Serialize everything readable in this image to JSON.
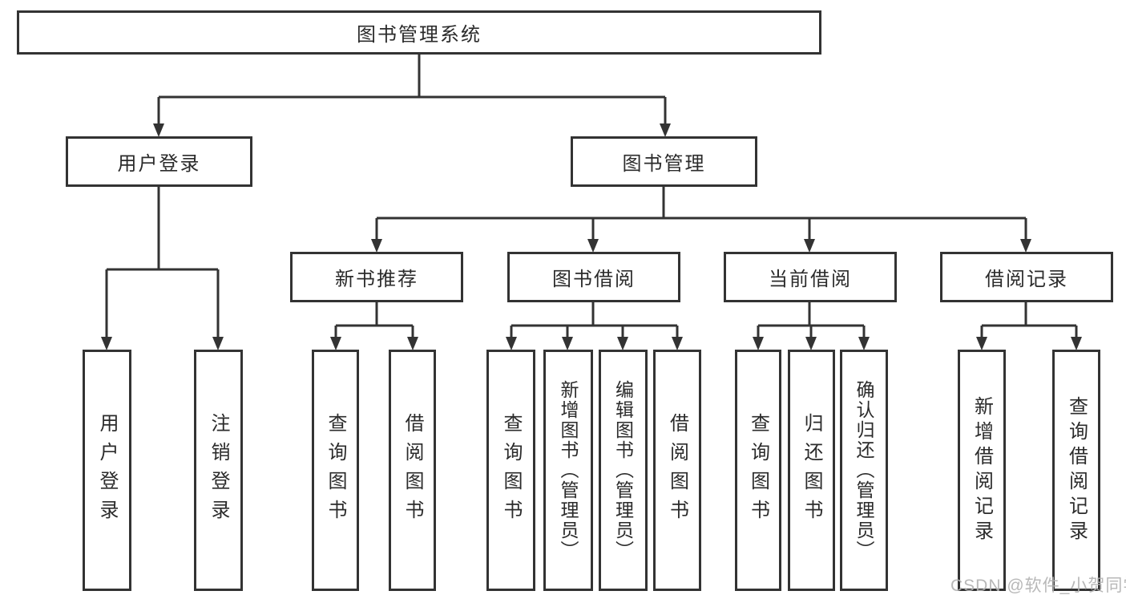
{
  "diagram": {
    "root": {
      "label": "图书管理系统"
    },
    "level2": [
      {
        "label": "用户登录",
        "children": [
          {
            "label": "用户登录"
          },
          {
            "label": "注销登录"
          }
        ]
      },
      {
        "label": "图书管理",
        "children": [
          {
            "label": "新书推荐",
            "children": [
              {
                "label": "查询图书"
              },
              {
                "label": "借阅图书"
              }
            ]
          },
          {
            "label": "图书借阅",
            "children": [
              {
                "label": "查询图书"
              },
              {
                "label": "新增图书（管理员）"
              },
              {
                "label": "编辑图书（管理员）"
              },
              {
                "label": "借阅图书"
              }
            ]
          },
          {
            "label": "当前借阅",
            "children": [
              {
                "label": "查询图书"
              },
              {
                "label": "归还图书"
              },
              {
                "label": "确认归还（管理员）"
              }
            ]
          },
          {
            "label": "借阅记录",
            "children": [
              {
                "label": "新增借阅记录"
              },
              {
                "label": "查询借阅记录"
              }
            ]
          }
        ]
      }
    ]
  },
  "watermark": {
    "text": "CSDN @软件_小贺同学"
  },
  "colors": {
    "line": "#333333",
    "box_border": "#333333",
    "box_fill": "#ffffff",
    "text": "#2b2b2b",
    "watermark": "#b2b2b2",
    "background": "#ffffff"
  }
}
